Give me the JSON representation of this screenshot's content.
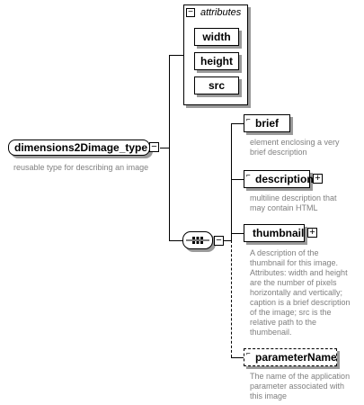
{
  "attributes": {
    "title": "attributes",
    "items": [
      "width",
      "height",
      "src"
    ]
  },
  "main": {
    "name": "dimensions2Dimage_type",
    "description": "reusable type for describing an image"
  },
  "children": {
    "brief": {
      "name": "brief",
      "desc_lines": [
        "element enclosing a very",
        "brief description"
      ]
    },
    "description": {
      "name": "description",
      "desc_lines": [
        "multiline description that",
        "may contain HTML"
      ]
    },
    "thumbnail": {
      "name": "thumbnail",
      "desc_lines": [
        "A description of the",
        "thumbnail for this image.",
        "Attributes: width and height",
        "are the number of pixels",
        "horizontally and vertically;",
        "caption is a brief description",
        "of the image; src is the",
        "relative path to the",
        "thumbenail."
      ]
    },
    "parameterName": {
      "name": "parameterName",
      "desc_lines": [
        "The name of the application",
        "parameter associated with",
        "this image"
      ]
    }
  },
  "symbols": {
    "minus": "−",
    "plus": "+"
  }
}
